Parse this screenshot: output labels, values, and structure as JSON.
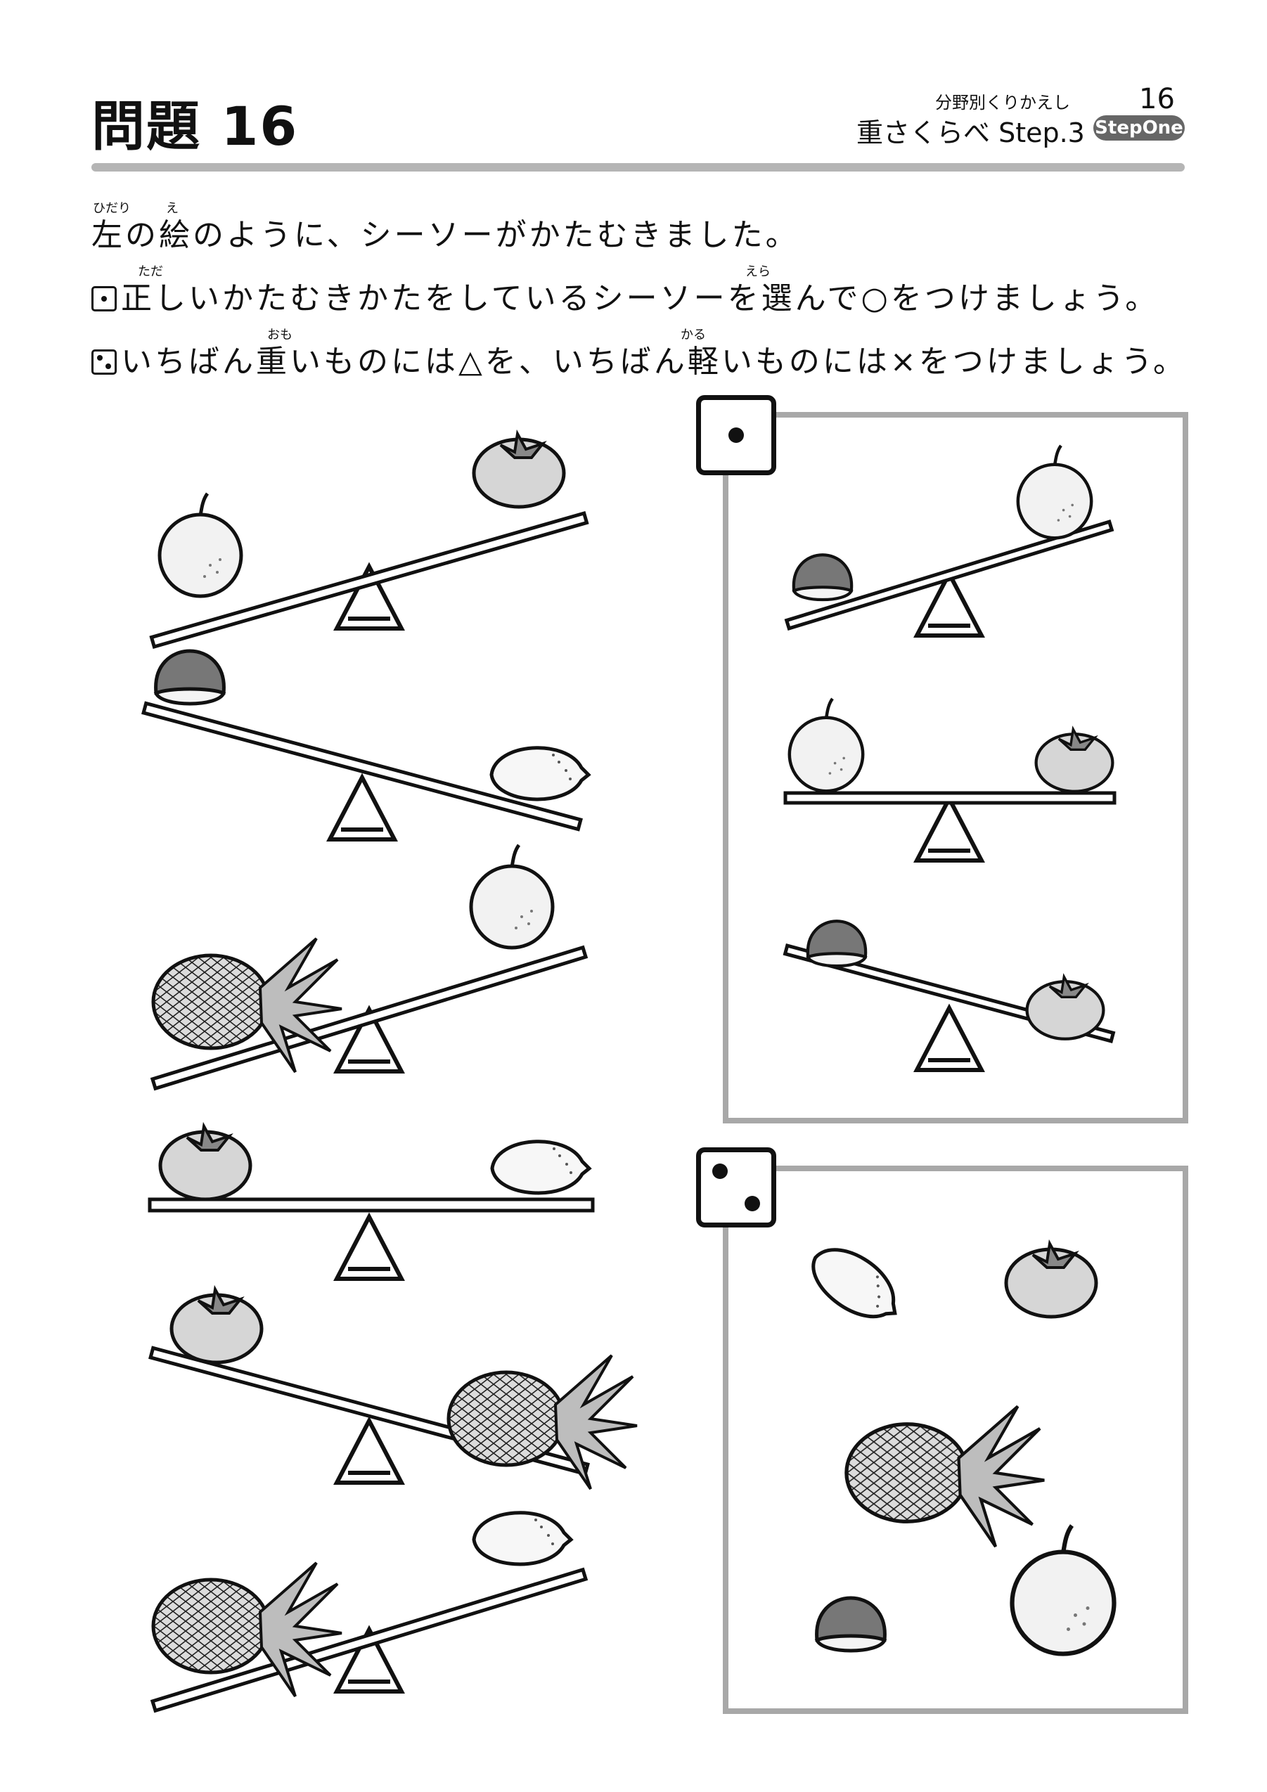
{
  "header": {
    "title": "問題 16",
    "series": "分野別くりかえし",
    "page_number": "16",
    "topic": "重さくらべ Step.3",
    "badge": "StepOne"
  },
  "instructions": {
    "line1": "左の絵のように、シーソーがかたむきました。",
    "line1_ruby": [
      "ひだり",
      "え"
    ],
    "line2": "正しいかたむきかたをしているシーソーを選んで○をつけましょう。",
    "line2_ruby": [
      "ただ",
      "えら"
    ],
    "line3": "いちばん重いものには△を、いちばん軽いものには×をつけましょう。",
    "line3_ruby": [
      "おも",
      "かる"
    ]
  },
  "icons": {
    "die_one": "die-face-one-icon",
    "die_two": "die-face-two-icon",
    "fruits": [
      "apple-icon",
      "persimmon-icon",
      "chestnut-icon",
      "lemon-icon",
      "pineapple-icon"
    ]
  },
  "colors": {
    "panel_border": "#a8a8a8",
    "fruit_fill": "#eeeeee",
    "persimmon_fill": "#d8d8d8",
    "chestnut_fill": "#777777",
    "pineapple_fill": "#dddddd"
  }
}
